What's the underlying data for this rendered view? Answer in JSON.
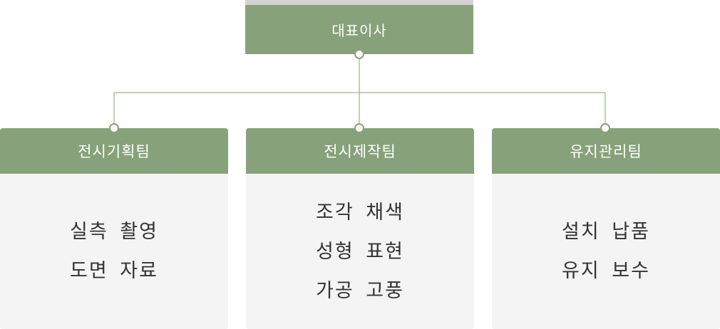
{
  "top": {
    "title": "대표이사"
  },
  "teams": [
    {
      "title": "전시기획팀",
      "items": [
        "실측 촬영",
        "도면 자료"
      ]
    },
    {
      "title": "전시제작팀",
      "items": [
        "조각 채색",
        "성형 표현",
        "가공 고풍"
      ]
    },
    {
      "title": "유지관리팀",
      "items": [
        "설치 납품",
        "유지 보수"
      ]
    }
  ],
  "colors": {
    "accent": "#87a27b",
    "panel": "#f4f4f4",
    "text": "#333333",
    "top_border": "#d2d2d2"
  }
}
